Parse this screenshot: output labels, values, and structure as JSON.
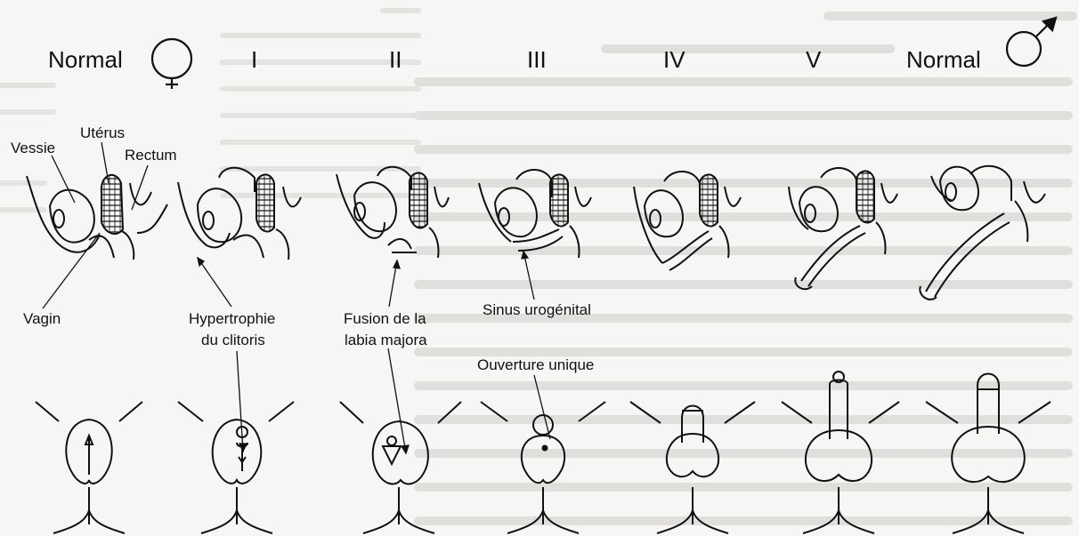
{
  "stages": [
    {
      "id": "normal-female",
      "label": "Normal"
    },
    {
      "id": "stage-1",
      "label": "I"
    },
    {
      "id": "stage-2",
      "label": "II"
    },
    {
      "id": "stage-3",
      "label": "III"
    },
    {
      "id": "stage-4",
      "label": "IV"
    },
    {
      "id": "stage-5",
      "label": "V"
    },
    {
      "id": "normal-male",
      "label": "Normal"
    }
  ],
  "symbols": {
    "female": "female-symbol-icon",
    "male": "male-symbol-icon"
  },
  "annotations": {
    "vessie": "Vessie",
    "uterus": "Utérus",
    "rectum": "Rectum",
    "vagin": "Vagin",
    "hypertrophie_line1": "Hypertrophie",
    "hypertrophie_line2": "du clitoris",
    "fusion_line1": "Fusion de la",
    "fusion_line2": "labia majora",
    "sinus": "Sinus urogénital",
    "ouverture": "Ouverture unique"
  },
  "colors": {
    "ink": "#111111",
    "paper": "#f7f6f4",
    "ghost": "#b9b7b3"
  }
}
